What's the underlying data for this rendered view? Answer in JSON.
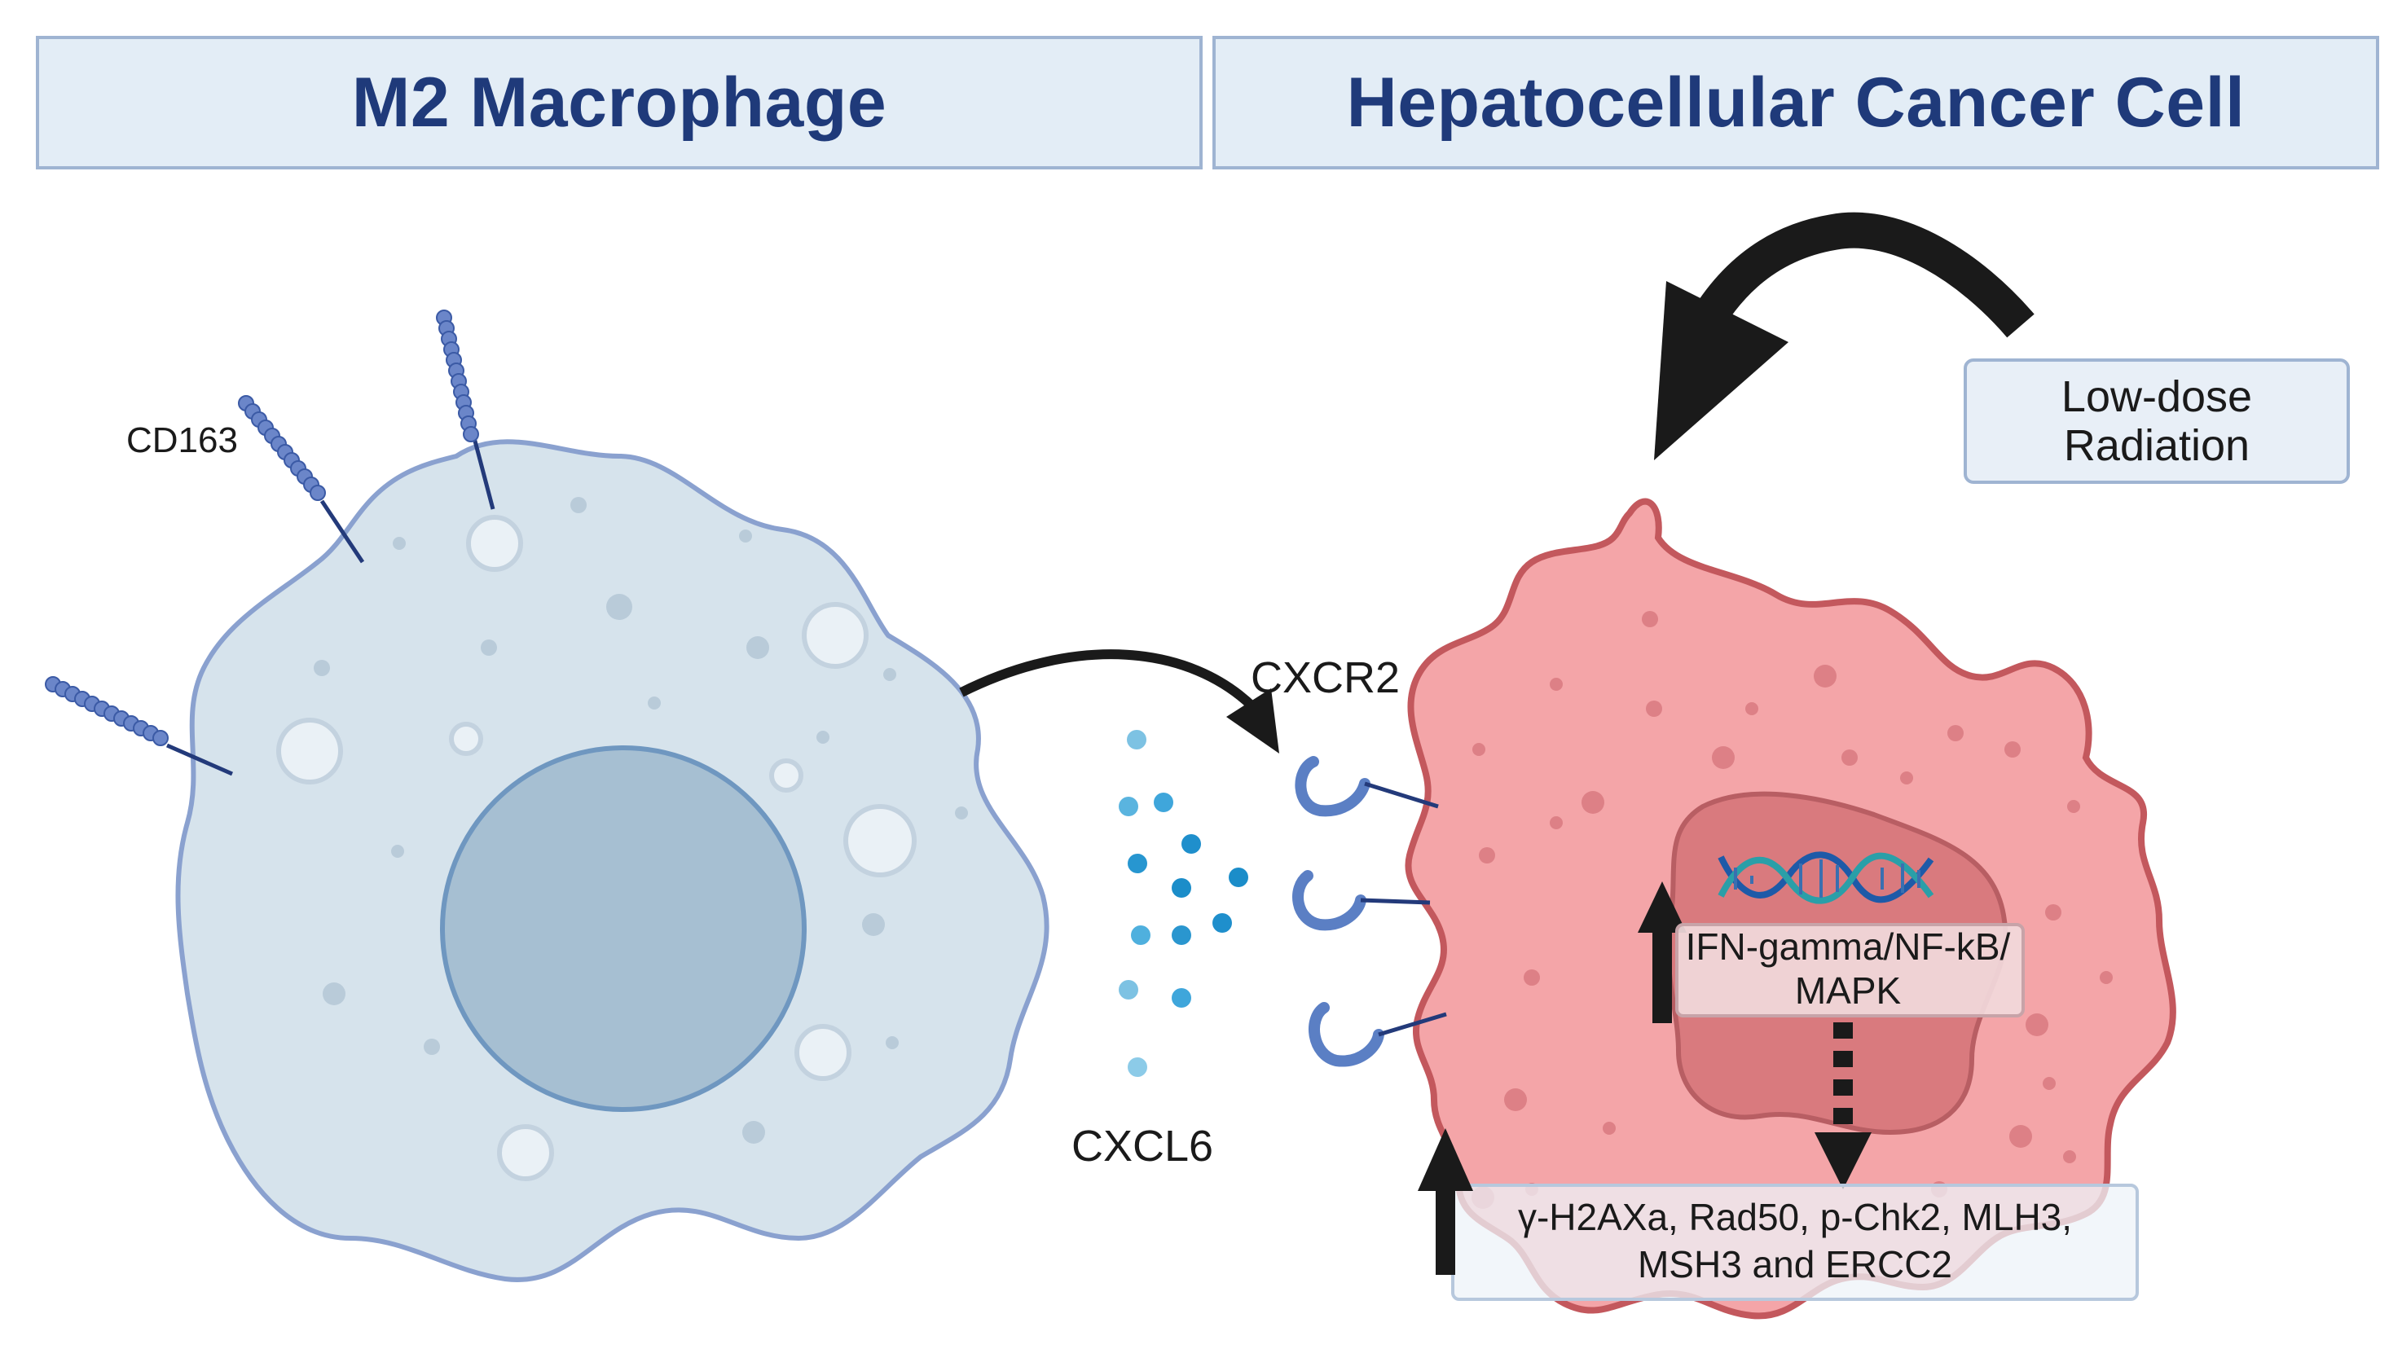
{
  "headers": {
    "left": "M2 Macrophage",
    "right": "Hepatocellular Cancer Cell"
  },
  "labels": {
    "cd163": "CD163",
    "cxcr2": "CXCR2",
    "cxcl6": "CXCL6"
  },
  "radiation_box": {
    "line1": "Low-dose",
    "line2": "Radiation"
  },
  "pathway_box": {
    "line1": "IFN-gamma/NF-kB/",
    "line2": "MAPK"
  },
  "repair_box": {
    "line1": "γ-H2AXa, Rad50, p-Chk2, MLH3,",
    "line2": "MSH3 and ERCC2"
  },
  "colors": {
    "macrophage_fill": "#d6e3ec",
    "macrophage_border": "#8aa1cf",
    "nucleus_fill": "#a6bfd2",
    "cancer_fill": "#f4a5a8",
    "cancer_border": "#c3585d",
    "cancer_nucleus": "#d97a7e",
    "receptor": "#5b7fc4",
    "cytokine": "#2a93cf",
    "title": "#1f3a7a"
  }
}
